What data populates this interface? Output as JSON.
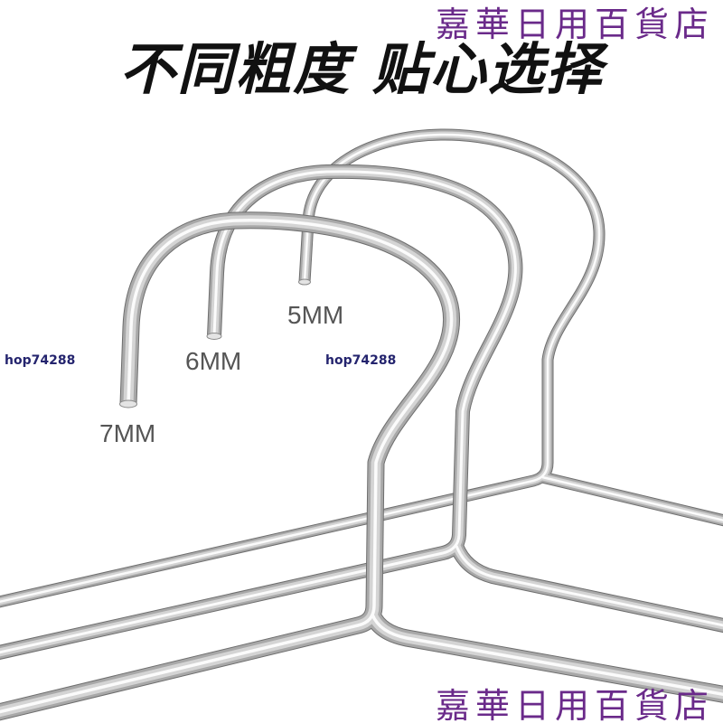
{
  "title": "不同粗度 贴心选择",
  "watermark": {
    "shop_name_top": "嘉華日用百貨店",
    "shop_name_bottom": "嘉華日用百貨店",
    "shop_id_left": "hop74288",
    "shop_id_center": "hop74288"
  },
  "sizes": {
    "large": "7MM",
    "medium": "6MM",
    "small": "5MM"
  },
  "colors": {
    "title": "#111111",
    "watermark": "#6a2a8a",
    "metal": "#b9b9b9",
    "size_label": "#555555"
  }
}
